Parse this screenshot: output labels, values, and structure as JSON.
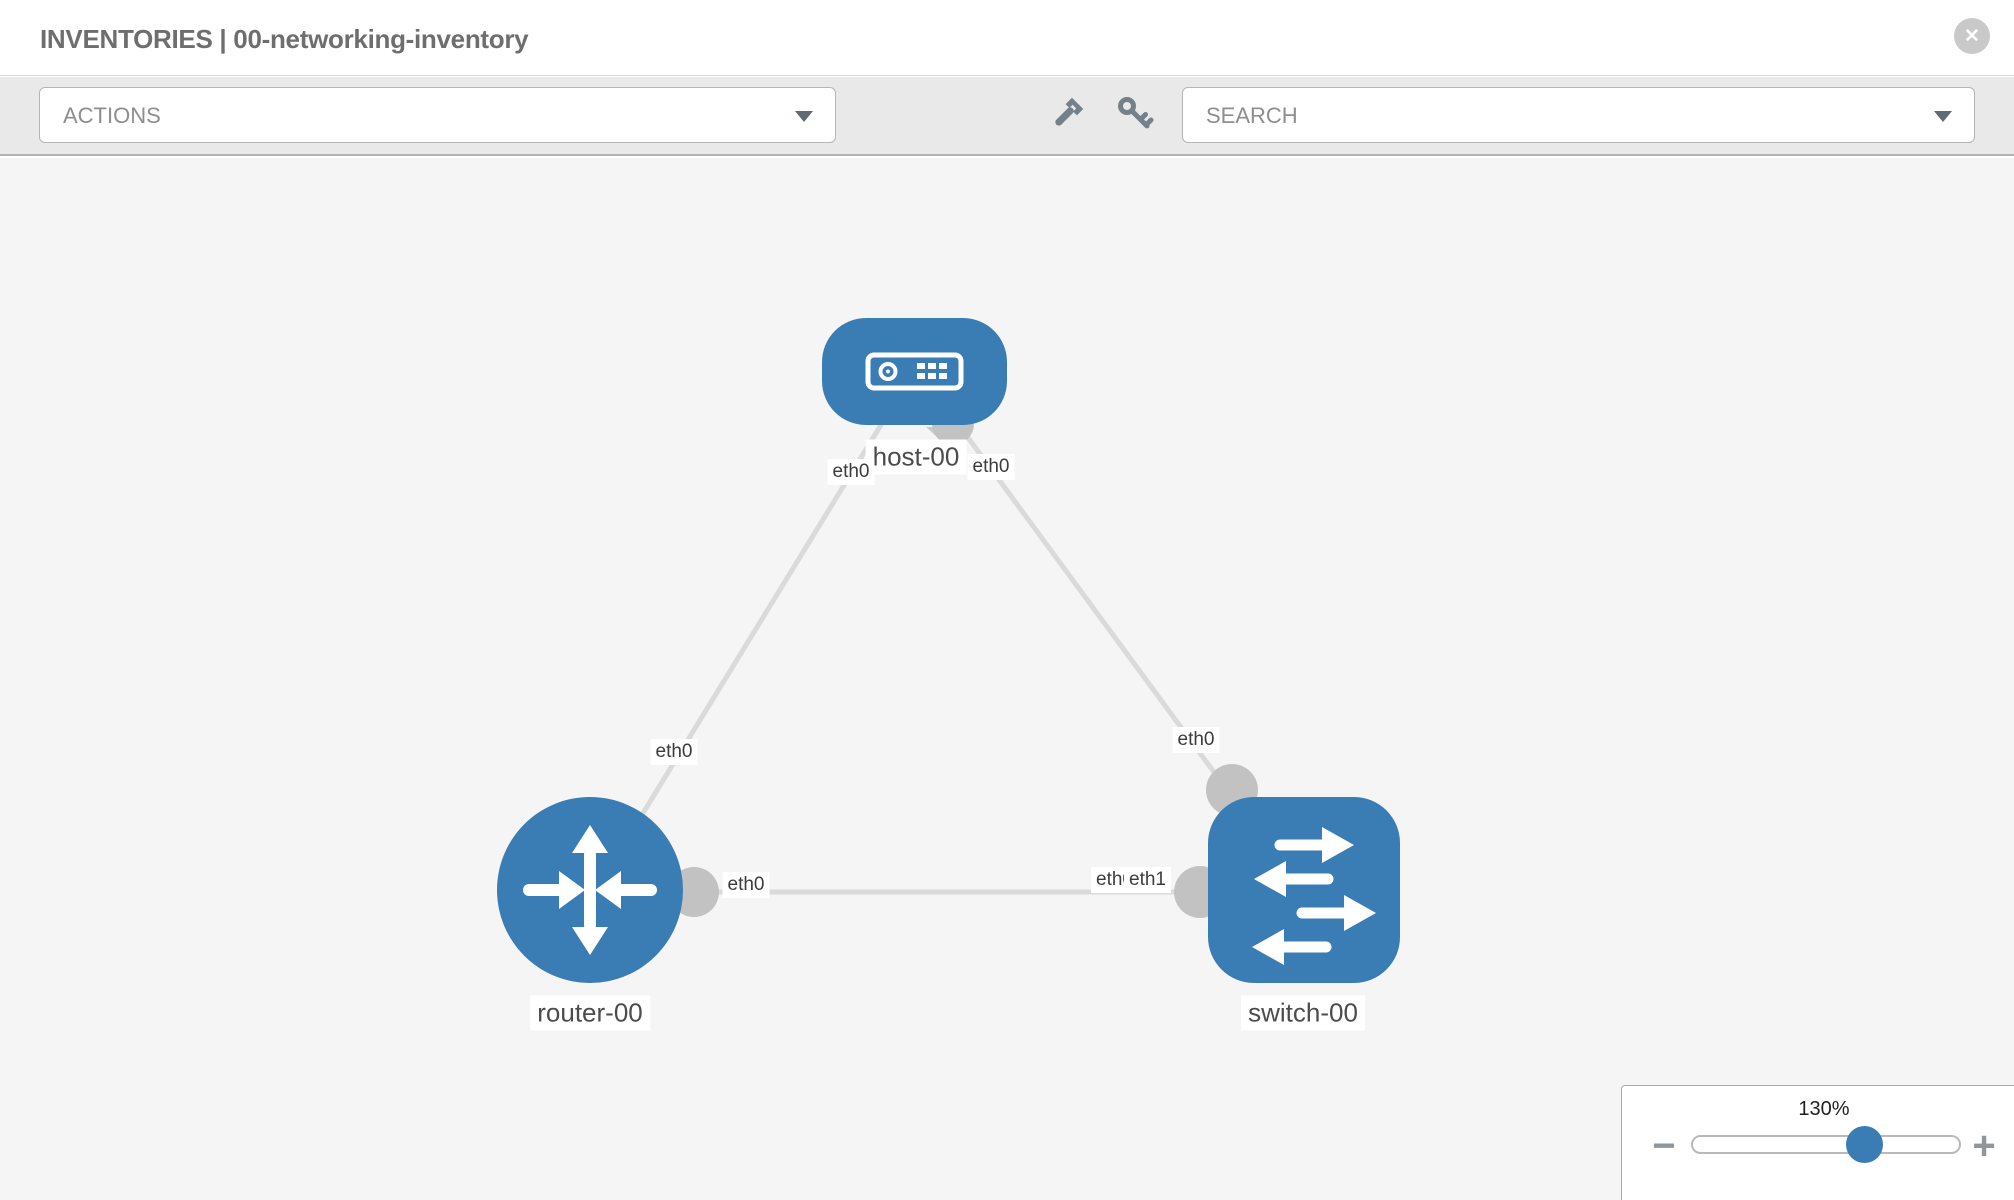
{
  "header": {
    "title": "INVENTORIES | 00-networking-inventory",
    "close_icon": "✕"
  },
  "toolbar": {
    "actions_label": "ACTIONS",
    "search_label": "SEARCH",
    "icons": [
      "wrench-icon",
      "key-icon"
    ]
  },
  "topology": {
    "nodes": [
      {
        "id": "host-00",
        "type": "host",
        "label": "host-00"
      },
      {
        "id": "router-00",
        "type": "router",
        "label": "router-00"
      },
      {
        "id": "switch-00",
        "type": "switch",
        "label": "switch-00"
      }
    ],
    "edges": [
      {
        "from": "host-00",
        "to": "router-00"
      },
      {
        "from": "host-00",
        "to": "switch-00"
      },
      {
        "from": "router-00",
        "to": "switch-00"
      }
    ],
    "iface_labels": {
      "host_router_at_host": "eth0",
      "host_router_at_router": "eth0",
      "host_switch_at_host": "eth0",
      "host_switch_at_switch": "eth0",
      "router_switch_at_router": "eth0",
      "router_switch_at_switch_back": "eth0",
      "router_switch_at_switch_front": "eth1"
    }
  },
  "zoom_control": {
    "value": "130%",
    "percent": 130,
    "minus_label": "−",
    "plus_label": "+"
  },
  "colors": {
    "node_blue": "#3a7cb4",
    "edge_gray": "#dadada",
    "connector_gray": "#c2c2c2",
    "canvas_bg": "#f5f5f6",
    "toolbar_bg": "#e9e9e9",
    "slider_thumb_blue": "#3a7cb4",
    "title_gray": "#6e6e6e"
  }
}
